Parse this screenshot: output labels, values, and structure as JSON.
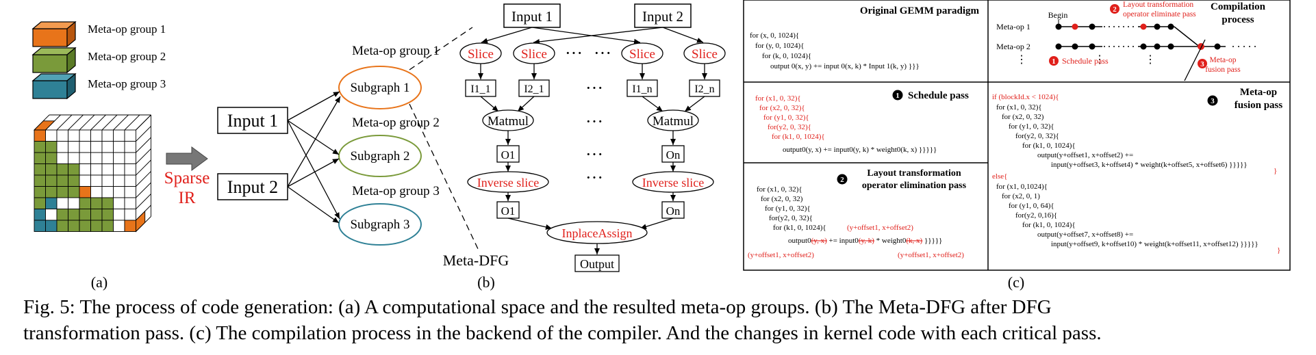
{
  "panel_a": {
    "legend": [
      {
        "label": "Meta-op group 1",
        "color": "#e8741a"
      },
      {
        "label": "Meta-op group 2",
        "color": "#7a9a3a"
      },
      {
        "label": "Meta-op group 3",
        "color": "#2f8196"
      }
    ],
    "arrow_label_line1": "Sparse",
    "arrow_label_line2": "IR",
    "inputs": [
      "Input 1",
      "Input 2"
    ],
    "subgraphs": [
      "Subgraph 1",
      "Subgraph 2",
      "Subgraph 3"
    ],
    "group_labels": [
      "Meta-op group 1",
      "Meta-op group 2",
      "Meta-op group 3"
    ],
    "dfg_label": "Meta-DFG",
    "label": "(a)"
  },
  "panel_b": {
    "inputs": [
      "Input 1",
      "Input 2"
    ],
    "slice": "Slice",
    "tiles": [
      "I1_1",
      "I2_1",
      "I1_n",
      "I2_n"
    ],
    "matmul": "Matmul",
    "outs": [
      "O1",
      "On"
    ],
    "inverse_slice": "Inverse slice",
    "assign": "InplaceAssign",
    "output": "Output",
    "label": "(b)",
    "ellipsis": "···"
  },
  "panel_c": {
    "gemm_title": "Original GEMM paradigm",
    "gemm_code": [
      "for (x, 0, 1024){",
      "  for (y, 0, 1024){",
      "    for (k, 0, 1024){",
      "      output 0(x, y) += input 0(x, k) * Input 1(k, y)  }}}"
    ],
    "compile_title_1": "Compilation",
    "compile_title_2": "process",
    "meta_op_1": "Meta-op 1",
    "meta_op_2": "Meta-op 2",
    "begin": "Begin",
    "layout_pass_note_1": "Layout transformation",
    "layout_pass_note_2": "operator eliminate pass",
    "schedule_note": "Schedule pass",
    "fusion_note_1": "Meta-op",
    "fusion_note_2": "fusion pass",
    "num1": "1",
    "num2": "2",
    "num3": "3",
    "schedule_title": "Schedule pass",
    "schedule_code_red": [
      "for (x1, 0, 32){",
      " for (x2, 0, 32){",
      "  for (y1, 0, 32){",
      "   for(y2, 0, 32){",
      "    for (k1, 0, 1024){"
    ],
    "schedule_code_black": "output0(y, x) += input0(y, k) * weight0(k, x)  }}}}}",
    "layout_title_1": "Layout transformation",
    "layout_title_2": "operator elimination pass",
    "layout_code": [
      "for (x1, 0, 32){",
      " for (x2, 0, 32)",
      "  for (y1, 0, 32){",
      "   for(y2, 0, 32){",
      "    for (k1, 0, 1024){"
    ],
    "layout_out_a": "output0",
    "layout_out_strike1": "(y, x)",
    "layout_out_b": " += input0",
    "layout_out_strike2": "(y, k)",
    "layout_out_c": " * weight0",
    "layout_out_strike3": "(k, x)",
    "layout_out_d": "  }}}}}",
    "layout_red_top": "(y+offset1, x+offset2)",
    "layout_red_left": "(y+offset1, x+offset2)",
    "layout_red_right": "(y+offset1, x+offset2)",
    "fusion_title_1": "Meta-op",
    "fusion_title_2": "fusion pass",
    "fusion_if": "if (blockId.x < 1024){",
    "fusion_code_1": [
      "  for (x1, 0, 32){",
      "    for (x2, 0, 32)",
      "      for (y1, 0, 32){",
      "        for(y2, 0, 32){",
      "          for (k1, 0, 1024){",
      "              output(y+offset1, x+offset2) +=",
      "                  input(y+offset3, k+offset4) * weight(k+offset5, x+offset6)  }}}}}"
    ],
    "fusion_close_1": "}",
    "fusion_else": "else{",
    "fusion_code_2": [
      "  for (x1, 0,1024){",
      "    for (x2, 0, 1)",
      "      for (y1, 0, 64){",
      "        for(y2, 0,16){",
      "          for (k1, 0, 1024){",
      "              output(y+offset7, x+offset8) +=",
      "                  input(y+offset9, k+offset10) * weight(k+offset11, x+offset12) }}}}}"
    ],
    "fusion_close_2": "}",
    "label": "(c)"
  },
  "caption_line_1": "Fig. 5: The process of code generation: (a) A computational space and the resulted meta-op groups. (b) The Meta-DFG after DFG",
  "caption_line_2": "transformation pass. (c) The compilation process in the backend of the compiler. And the changes in kernel code with each critical pass."
}
